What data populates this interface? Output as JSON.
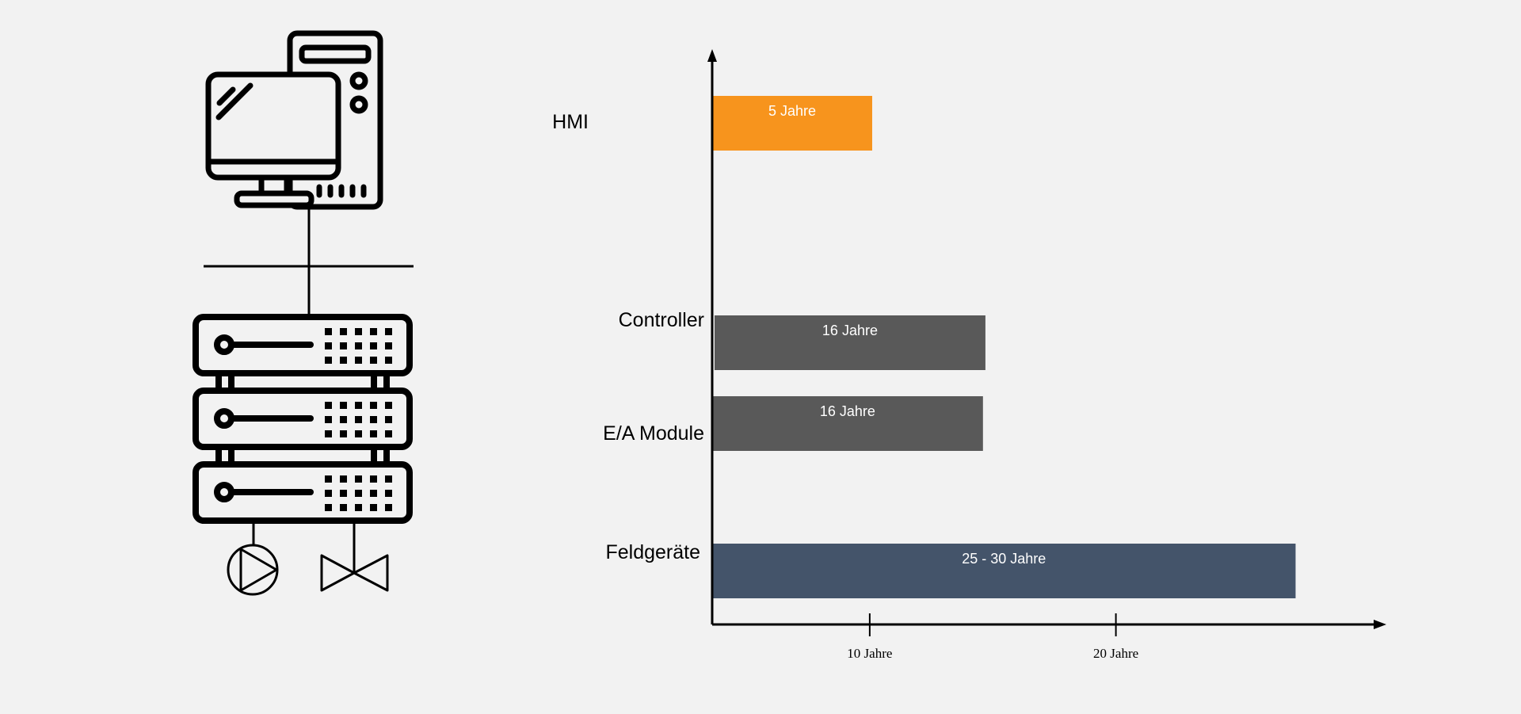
{
  "colors": {
    "background": "#f2f2f2",
    "hmi": "#f7941d",
    "controller": "#595959",
    "io": "#595959",
    "field": "#44546a",
    "axis": "#000000"
  },
  "icons": {
    "pc": "desktop-computer-icon",
    "server": "server-rack-icon",
    "pump": "pump-icon",
    "valve": "valve-icon"
  },
  "chart_data": {
    "type": "bar",
    "orientation": "horizontal",
    "categories": [
      "HMI",
      "Controller",
      "E/A Module",
      "Feldgeräte"
    ],
    "values": [
      6.5,
      11.1,
      11.0,
      23.7
    ],
    "bar_labels": [
      "5 Jahre",
      "16 Jahre",
      "16 Jahre",
      "25 - 30 Jahre"
    ],
    "xticks": [
      {
        "value": 6.4,
        "label": "10 Jahre"
      },
      {
        "value": 16.4,
        "label": "20 Jahre"
      }
    ],
    "xlim": [
      0,
      27
    ],
    "grid": false,
    "legend": "none"
  }
}
